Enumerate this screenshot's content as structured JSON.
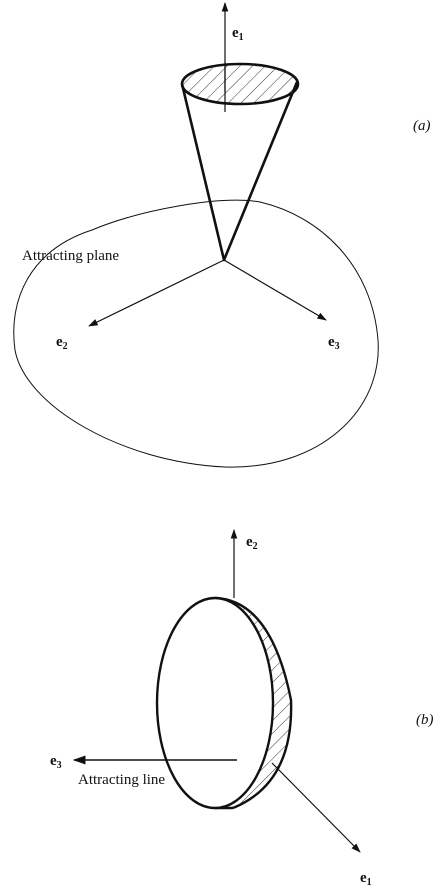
{
  "figure_a": {
    "panel_label": "(a)",
    "plane_label": "Attracting plane",
    "axes": [
      {
        "base": "e",
        "sub": "1"
      },
      {
        "base": "e",
        "sub": "2"
      },
      {
        "base": "e",
        "sub": "3"
      }
    ]
  },
  "figure_b": {
    "panel_label": "(b)",
    "line_label": "Attracting line",
    "axes": [
      {
        "base": "e",
        "sub": "2"
      },
      {
        "base": "e",
        "sub": "3"
      },
      {
        "base": "e",
        "sub": "1"
      }
    ]
  }
}
